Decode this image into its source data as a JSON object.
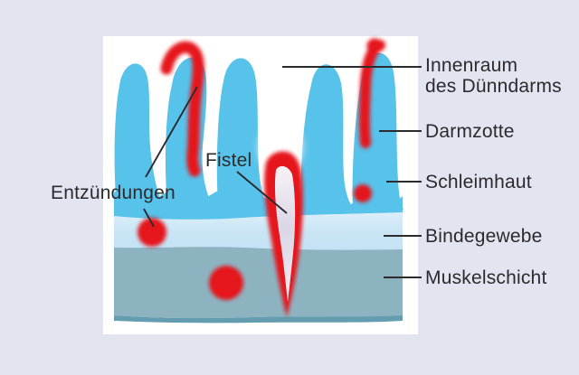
{
  "background_color": "#E2E5F0",
  "panel_color": "#FFFFFF",
  "diagram": {
    "labels": {
      "entzuendungen": "Entzündungen",
      "fistel": "Fistel",
      "innenraum_line1": "Innenraum",
      "innenraum_line2": "des Dünndarms",
      "darmzotte": "Darmzotte",
      "schleimhaut": "Schleimhaut",
      "bindegewebe": "Bindegewebe",
      "muskelschicht": "Muskelschicht"
    },
    "colors": {
      "villus_blue": "#57C2EA",
      "connective_tissue_blue": "#C9E5F5",
      "muscle_layer_teal": "#8DB3C1",
      "muscle_base_line_teal": "#649DAF",
      "inflammation_red": "#E5131A",
      "fistula_channel": "#DBD7E7",
      "label_text": "#2B2B2E",
      "leader_line": "#2B2B2E"
    }
  }
}
